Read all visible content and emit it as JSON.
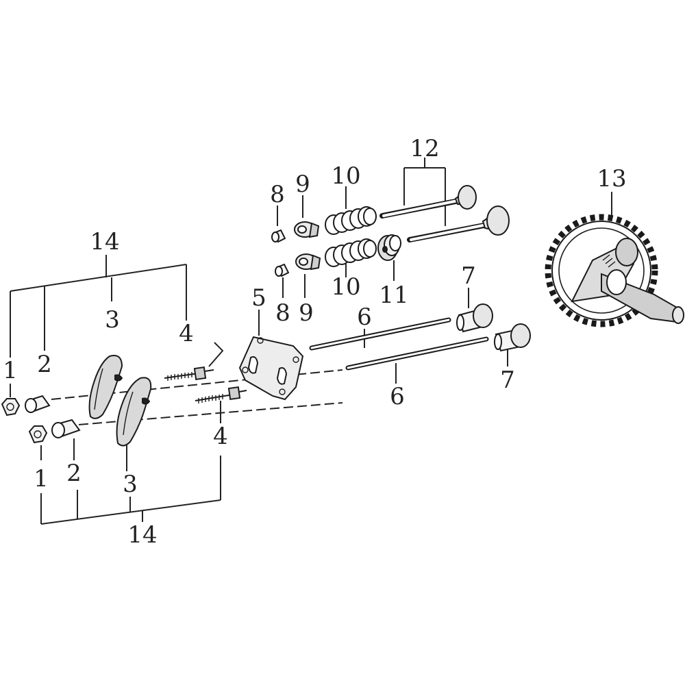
{
  "labels": {
    "p1a": "1",
    "p1b": "1",
    "p2a": "2",
    "p2b": "2",
    "p3a": "3",
    "p3b": "3",
    "p4a": "4",
    "p4b": "4",
    "p5": "5",
    "p6a": "6",
    "p6b": "6",
    "p7a": "7",
    "p7b": "7",
    "p8a": "8",
    "p8b": "8",
    "p9a": "9",
    "p9b": "9",
    "p10a": "10",
    "p10b": "10",
    "p11": "11",
    "p12": "12",
    "p13": "13",
    "p14a": "14",
    "p14b": "14"
  }
}
